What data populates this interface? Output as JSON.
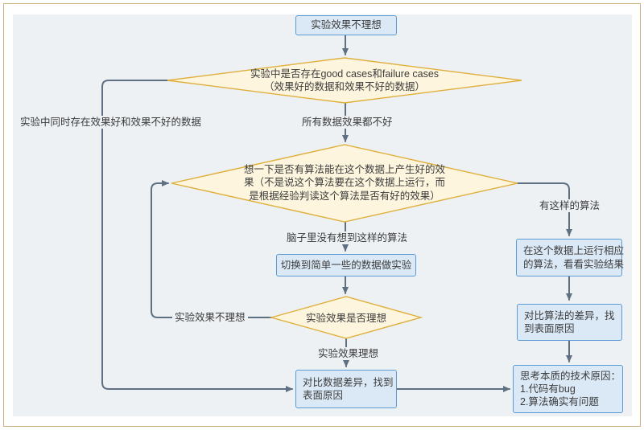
{
  "colors": {
    "panel_bg": "#edf1f4",
    "frame_border": "#cdb183",
    "box_fill": "#dbe9f6",
    "box_border": "#5b9bd5",
    "diamond_fill": "#fdf5dd",
    "diamond_border": "#dfaf3c",
    "connector": "#5e7081",
    "text": "#3c3c3c"
  },
  "nodes": {
    "start": {
      "label": "实验效果不理想"
    },
    "d1": {
      "lines": [
        "实验中是否存在good cases和failure cases",
        "（效果好的数据和效果不好的数据）"
      ]
    },
    "d2": {
      "lines": [
        "想一下是否有算法能在这个数据上产生好的效",
        "果（不是说这个算法要在这个数据上运行，而",
        "是根据经验判读这个算法是否有好的效果）"
      ]
    },
    "switch_simple": {
      "label": "切换到简单一些的数据做实验"
    },
    "d3": {
      "label": "实验效果是否理想"
    },
    "compare_data": {
      "lines": [
        "对比数据差异，找到",
        "表面原因"
      ]
    },
    "run_algo": {
      "lines": [
        "在这个数据上运行相应",
        "的算法，看看实验结果"
      ]
    },
    "compare_algo": {
      "lines": [
        "对比算法的差异，找",
        "到表面原因"
      ]
    },
    "root_cause": {
      "lines": [
        "思考本质的技术原因：",
        "1.代码有bug",
        "2.算法确实有问题"
      ]
    }
  },
  "edge_labels": {
    "both_good_bad": "实验中同时存在效果好和效果不好的数据",
    "all_bad": "所有数据效果都不好",
    "has_algo": "有这样的算法",
    "no_algo_in_mind": "脑子里没有想到这样的算法",
    "not_ideal": "实验效果不理想",
    "ideal": "实验效果理想"
  }
}
